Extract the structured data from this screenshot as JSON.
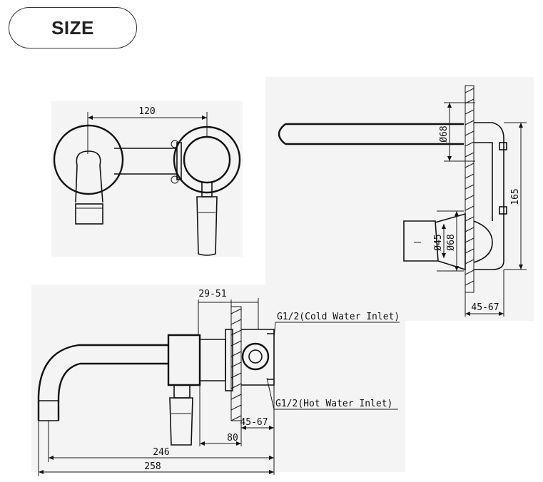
{
  "header": {
    "badge": "SIZE"
  },
  "front_view": {
    "dim_width": "120"
  },
  "side_view": {
    "dim_phi68_top": "Ø68",
    "dim_height": "165",
    "dim_phi45": "Ø45",
    "dim_phi68_body": "Ø68",
    "dim_depth": "45-67"
  },
  "plan_view": {
    "dim_29_51": "29-51",
    "cold_inlet": "G1/2(Cold Water Inlet)",
    "hot_inlet": "G1/2(Hot Water Inlet)",
    "dim_45_67": "45-67",
    "dim_80": "80",
    "dim_246": "246",
    "dim_258": "258"
  },
  "colors": {
    "line": "#111111",
    "panel_bg": "#f4f4f4",
    "background": "#ffffff"
  }
}
